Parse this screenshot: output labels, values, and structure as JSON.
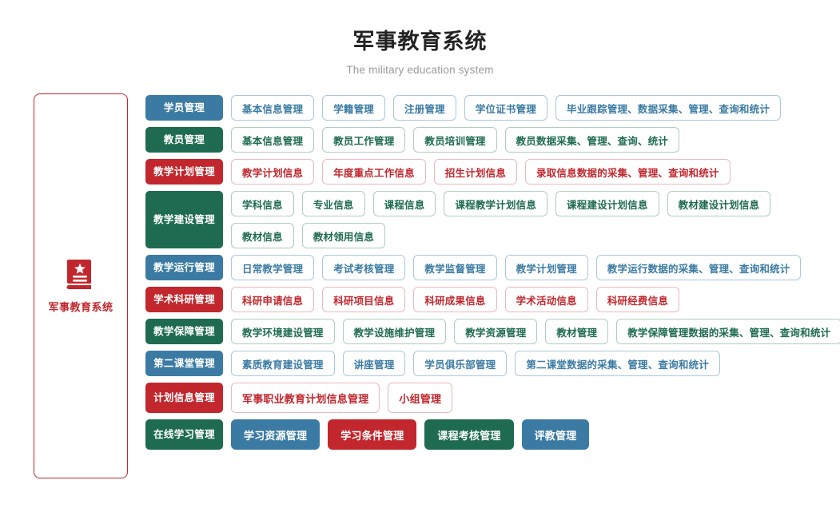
{
  "header": {
    "title": "军事教育系统",
    "subtitle": "The military education system"
  },
  "root": {
    "label": "军事教育系统",
    "icon": "book-star-icon",
    "color": "#c1272d"
  },
  "colors": {
    "blue": "#3b7ba3",
    "green": "#1e6b52",
    "red": "#c1272d"
  },
  "rows": [
    {
      "category": "学员管理",
      "theme": "blue",
      "style": "outline",
      "lines": [
        [
          "基本信息管理",
          "学籍管理",
          "注册管理",
          "学位证书管理",
          "毕业跟踪管理、数据采集、管理、查询和统计"
        ]
      ]
    },
    {
      "category": "教员管理",
      "theme": "green",
      "style": "outline",
      "lines": [
        [
          "基本信息管理",
          "教员工作管理",
          "教员培训管理",
          "教员数据采集、管理、查询、统计"
        ]
      ]
    },
    {
      "category": "教学计划管理",
      "theme": "red",
      "style": "outline",
      "lines": [
        [
          "教学计划信息",
          "年度重点工作信息",
          "招生计划信息",
          "录取信息数据的采集、管理、查询和统计"
        ]
      ]
    },
    {
      "category": "教学建设管理",
      "theme": "green",
      "style": "outline",
      "lines": [
        [
          "学科信息",
          "专业信息",
          "课程信息",
          "课程教学计划信息",
          "课程建设计划信息",
          "教材建设计划信息"
        ],
        [
          "教材信息",
          "教材领用信息"
        ]
      ]
    },
    {
      "category": "教学运行管理",
      "theme": "blue",
      "style": "outline",
      "lines": [
        [
          "日常教学管理",
          "考试考核管理",
          "教学监督管理",
          "教学计划管理",
          "教学运行数据的采集、管理、查询和统计"
        ]
      ]
    },
    {
      "category": "学术科研管理",
      "theme": "red",
      "style": "outline",
      "lines": [
        [
          "科研申请信息",
          "科研项目信息",
          "科研成果信息",
          "学术活动信息",
          "科研经费信息"
        ]
      ]
    },
    {
      "category": "教学保障管理",
      "theme": "green",
      "style": "outline",
      "lines": [
        [
          "教学环境建设管理",
          "教学设施维护管理",
          "教学资源管理",
          "教材管理",
          "教学保障管理数据的采集、管理、查询和统计"
        ]
      ]
    },
    {
      "category": "第二课堂管理",
      "theme": "blue",
      "style": "outline",
      "lines": [
        [
          "素质教育建设管理",
          "讲座管理",
          "学员俱乐部管理",
          "第二课堂数据的采集、管理、查询和统计"
        ]
      ]
    },
    {
      "category": "计划信息管理",
      "theme": "red",
      "style": "outline-tall",
      "lines": [
        [
          "军事职业教育计划信息管理",
          "小组管理"
        ]
      ]
    },
    {
      "category": "在线学习管理",
      "theme": "green",
      "style": "solid",
      "lines": [
        [
          "学习资源管理",
          "学习条件管理",
          "课程考核管理",
          "评教管理"
        ]
      ],
      "chip_themes": [
        [
          "blue",
          "red",
          "green",
          "blue"
        ]
      ]
    }
  ]
}
